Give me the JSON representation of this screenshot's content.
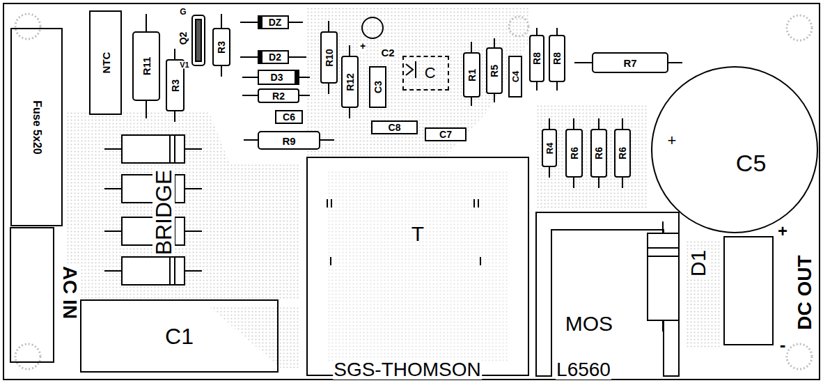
{
  "diagram": {
    "nodes": [
      {
        "text": [
          "Fuse 5x20"
        ]
      },
      {
        "text": [
          "NTC"
        ]
      },
      {
        "text": [
          "R11"
        ]
      },
      {
        "text": [
          "R3"
        ]
      },
      {
        "text": [
          "R3"
        ]
      },
      {
        "text": [
          "DZ"
        ]
      },
      {
        "text": [
          "D2"
        ]
      },
      {
        "text": [
          "D3"
        ]
      },
      {
        "text": [
          "R2"
        ]
      },
      {
        "text": [
          "C6"
        ]
      },
      {
        "text": [
          "R9"
        ]
      },
      {
        "text": [
          "R10"
        ]
      },
      {
        "text": [
          "R12"
        ]
      },
      {
        "text": [
          "C3"
        ]
      },
      {
        "text": [
          "C"
        ]
      },
      {
        "text": [
          "C8"
        ]
      },
      {
        "text": [
          "C7"
        ]
      },
      {
        "text": [
          "R1"
        ]
      },
      {
        "text": [
          "R5"
        ]
      },
      {
        "text": [
          "C4"
        ]
      },
      {
        "text": [
          "R8"
        ]
      },
      {
        "text": [
          "R8"
        ]
      },
      {
        "text": [
          "R7"
        ]
      },
      {
        "text": [
          "R4"
        ]
      },
      {
        "text": [
          "R6"
        ]
      },
      {
        "text": [
          "R6"
        ]
      },
      {
        "text": [
          "R6"
        ]
      },
      {
        "text": [
          "C5"
        ]
      },
      {
        "text": [
          "C1"
        ]
      },
      {
        "text": [
          "T"
        ]
      },
      {
        "text": [
          "MOS"
        ]
      }
    ],
    "labels": [
      "G",
      "Q2",
      "V1",
      "+",
      "C2",
      "+",
      "BRIDGE",
      "AC IN",
      "D1",
      "+",
      "DC OUT",
      "-",
      "SGS-THOMSON",
      "L6560"
    ]
  }
}
